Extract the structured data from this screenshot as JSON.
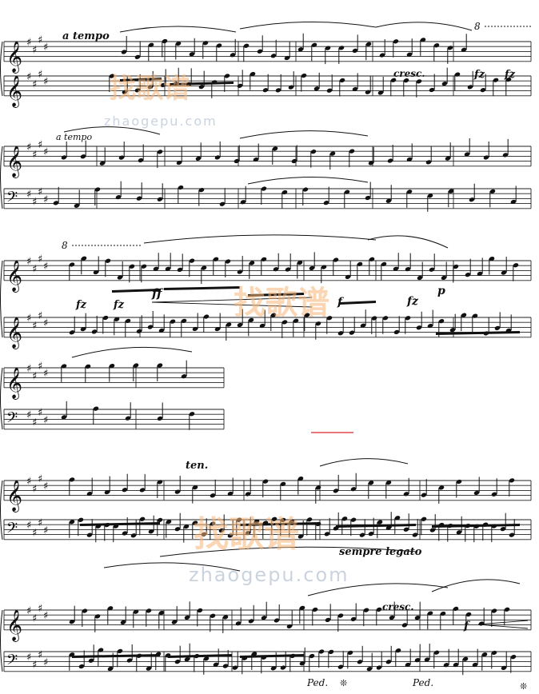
{
  "page": {
    "width": 674,
    "height": 868
  },
  "markings": {
    "tempo_top": "a tempo",
    "tempo_piano2": "a tempo",
    "ottava_1": "8",
    "ottava_2": "8",
    "cresc_1": "cresc.",
    "cresc_2": "cresc.",
    "fz": "fz",
    "ff": "ff",
    "f": "f",
    "p": "p",
    "ten": "ten.",
    "sempre_legato": "sempre legato",
    "ped": "Ped.",
    "ped_release": "❊"
  },
  "watermark": {
    "brand": "找歌谱",
    "url": "zhaogepu.com"
  },
  "key_signature": {
    "sharps": 4,
    "symbol": "♯"
  },
  "clefs": {
    "treble": "𝄞",
    "bass": "𝄢"
  },
  "colors": {
    "ink": "#111111",
    "watermark_orange": "#f6b67a",
    "watermark_blue": "#9fb0c4",
    "accent_red": "#d9242a"
  }
}
